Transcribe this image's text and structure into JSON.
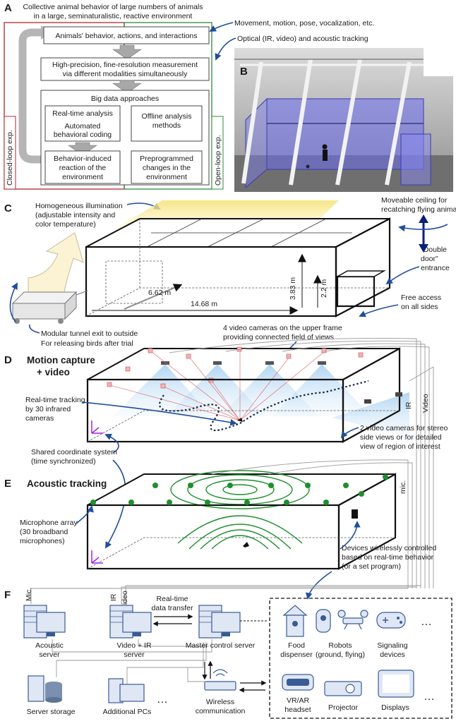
{
  "panels": {
    "a": "A",
    "b": "B",
    "c": "C",
    "d": "D",
    "e": "E",
    "f": "F"
  },
  "panel_a": {
    "title_1": "Collective animal behavior of large numbers of animals",
    "title_2": "in a large, seminaturalistic, reactive environment",
    "box_behavior": "Animals' behavior, actions, and interactions",
    "box_measure_1": "High-precision, fine-resolution measurement",
    "box_measure_2": "via different modalities simultaneously",
    "box_bigdata": "Big data approaches",
    "box_realtime_1": "Real-time analysis",
    "box_realtime_2": "Automated",
    "box_realtime_3": "behavioral coding",
    "box_offline_1": "Offline analysis",
    "box_offline_2": "methods",
    "box_reaction_1": "Behavior-induced",
    "box_reaction_2": "reaction of the",
    "box_reaction_3": "environment",
    "box_preprog_1": "Preprogrammed",
    "box_preprog_2": "changes in the",
    "box_preprog_3": "environment",
    "closed_loop": "Closed-loop exp.",
    "open_loop": "Open-loop exp.",
    "note_movement": "Movement, motion, pose, vocalization, etc.",
    "note_optical": "Optical (IR, video) and acoustic tracking"
  },
  "panel_c": {
    "illum_1": "Homogeneous illumination",
    "illum_2": "(adjustable intensity and",
    "illum_3": "color temperature)",
    "ceiling_1": "Moveable ceiling for",
    "ceiling_2": "recatching flying animals",
    "door_1": "\"Double",
    "door_2": "door\"",
    "door_3": "entrance",
    "free_1": "Free access",
    "free_2": "on all sides",
    "dim_width": "6.62 m",
    "dim_length": "14.68 m",
    "dim_height": "3.83 m",
    "dim_height2": "2.2 m",
    "tunnel_1": "Modular tunnel exit to outside",
    "tunnel_2": "For releasing birds after trial",
    "cams_1": "4 video cameras on the upper frame",
    "cams_2": "providing connected field of views"
  },
  "panel_d": {
    "title_1": "Motion capture",
    "title_2": "+ video",
    "rt_1": "Real-time tracking",
    "rt_2": "by 30 infrared",
    "rt_3": "cameras",
    "ir": "IR",
    "video": "Video",
    "side_1": "2 video cameras for stereo",
    "side_2": "side views or for detailed",
    "side_3": "view of region of interest",
    "coord_1": "Shared coordinate system",
    "coord_2": "(time synchronized)"
  },
  "panel_e": {
    "title": "Acoustic tracking",
    "mic_1": "Microphone array",
    "mic_2": "(30 broadband",
    "mic_3": "microphones)",
    "mic_cable": "mic.",
    "devices_1": "Devices wirelessly controlled",
    "devices_2": "based on real-time behavior",
    "devices_3": "(or a set program)"
  },
  "panel_f": {
    "cable_mic": "Mic.",
    "cable_ir": "IR",
    "cable_video": "Video",
    "transfer_1": "Real-time",
    "transfer_2": "data transfer",
    "acoustic_1": "Acoustic",
    "acoustic_2": "server",
    "videoir_1": "Video + IR",
    "videoir_2": "server",
    "master": "Master control server",
    "storage": "Server storage",
    "pcs": "Additional PCs",
    "wireless_1": "Wireless",
    "wireless_2": "communication",
    "food_1": "Food",
    "food_2": "dispenser",
    "robots_1": "Robots",
    "robots_2": "(ground, flying)",
    "signal_1": "Signaling",
    "signal_2": "devices",
    "vr_1": "VR/AR",
    "vr_2": "headset",
    "projector": "Projector",
    "displays": "Displays",
    "ellipsis": "…"
  },
  "colors": {
    "closed_loop": "#b3262e",
    "open_loop": "#2e8b3a",
    "accent_blue": "#1f4e9c",
    "mic_green": "#1e8f2e",
    "marker_purple": "#a020f0"
  },
  "icons": [
    "loop-arrow-icon",
    "down-arrow-icon",
    "server-icon",
    "storage-icon",
    "pc-icon",
    "router-icon",
    "birdhouse-icon",
    "robot-icon",
    "drone-icon",
    "gamepad-icon",
    "vr-headset-icon",
    "projector-icon",
    "display-icon",
    "bird-icon",
    "camera-icon",
    "microphone-icon"
  ]
}
